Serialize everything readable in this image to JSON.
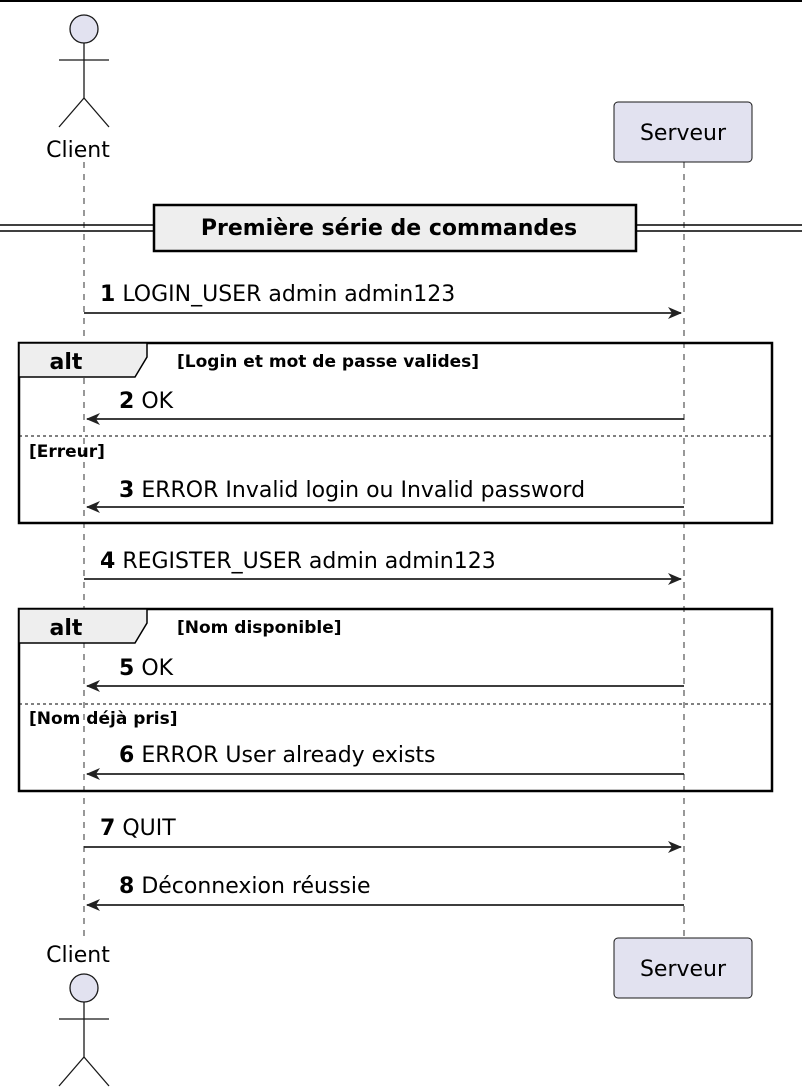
{
  "participants": {
    "client": {
      "name": "Client",
      "type": "actor"
    },
    "server": {
      "name": "Serveur",
      "type": "participant"
    }
  },
  "colors": {
    "participant_fill": "#e2e2f0",
    "participant_stroke": "#181818",
    "divider_fill": "#eeeeee",
    "alt_tab_fill": "#eeeeee"
  },
  "divider": {
    "label": "Première série de commandes"
  },
  "messages": [
    {
      "num": "1",
      "text": "LOGIN_USER admin admin123",
      "from": "client",
      "to": "server"
    },
    {
      "num": "2",
      "text": "OK",
      "from": "server",
      "to": "client"
    },
    {
      "num": "3",
      "text": "ERROR Invalid login ou Invalid password",
      "from": "server",
      "to": "client"
    },
    {
      "num": "4",
      "text": "REGISTER_USER admin admin123",
      "from": "client",
      "to": "server"
    },
    {
      "num": "5",
      "text": "OK",
      "from": "server",
      "to": "client"
    },
    {
      "num": "6",
      "text": "ERROR User already exists",
      "from": "server",
      "to": "client"
    },
    {
      "num": "7",
      "text": "QUIT",
      "from": "client",
      "to": "server"
    },
    {
      "num": "8",
      "text": "Déconnexion réussie",
      "from": "server",
      "to": "client"
    }
  ],
  "fragments": [
    {
      "keyword": "alt",
      "condition": "[Login et mot de passe valides]",
      "else_condition": "[Erreur]"
    },
    {
      "keyword": "alt",
      "condition": "[Nom disponible]",
      "else_condition": "[Nom déjà pris]"
    }
  ]
}
